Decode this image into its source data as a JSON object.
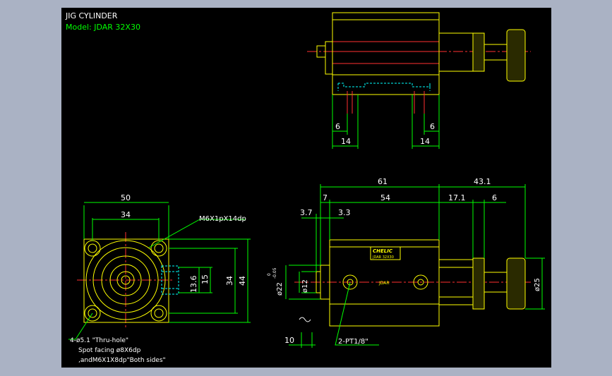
{
  "title": {
    "line1": "JIG CYLINDER",
    "line2": "Model:  JDAR 32X30"
  },
  "colors": {
    "background": "#000000",
    "frame_bg": "#aab2c4",
    "outline": "#ffff00",
    "dimension": "#00ff00",
    "centerline": "#ff3030",
    "hidden": "#00ffff",
    "white": "#ffffff"
  },
  "front_view": {
    "dim_overall_width": "50",
    "dim_hole_pitch": "34",
    "dim_port_height": "13.6",
    "dim_port_span": "15",
    "dim_pitch_vertical": "34",
    "dim_overall_height": "44",
    "callout_thread": "M6X1pX14dp",
    "note_line1": "4-ø5.1 \"Thru-hole\"",
    "note_line2": "Spot facing ø8X6dp",
    "note_line3": ",andM6X1X8dp\"Both sides\""
  },
  "top_view": {
    "dim_left_small": "6",
    "dim_left_span": "14",
    "dim_right_span": "14",
    "dim_right_small": "6"
  },
  "side_view": {
    "dim_body_total": "61",
    "dim_rod_ext": "43.1",
    "dim_a": "7",
    "dim_b": "54",
    "dim_c": "17.1",
    "dim_d": "6",
    "dim_e": "3.7",
    "dim_f": "3.3",
    "dim_rod_dia": "ø12",
    "dim_boss_dia": "ø22",
    "dim_boss_tol_upper": "0",
    "dim_boss_tol_lower": "-0.05",
    "dim_knob_dia": "ø25",
    "dim_g": "10",
    "callout_port": "2-PT1/8\"",
    "nameplate_brand": "CHELIC",
    "nameplate_model": "JDAR 32X30",
    "body_marking": "JDAR"
  }
}
